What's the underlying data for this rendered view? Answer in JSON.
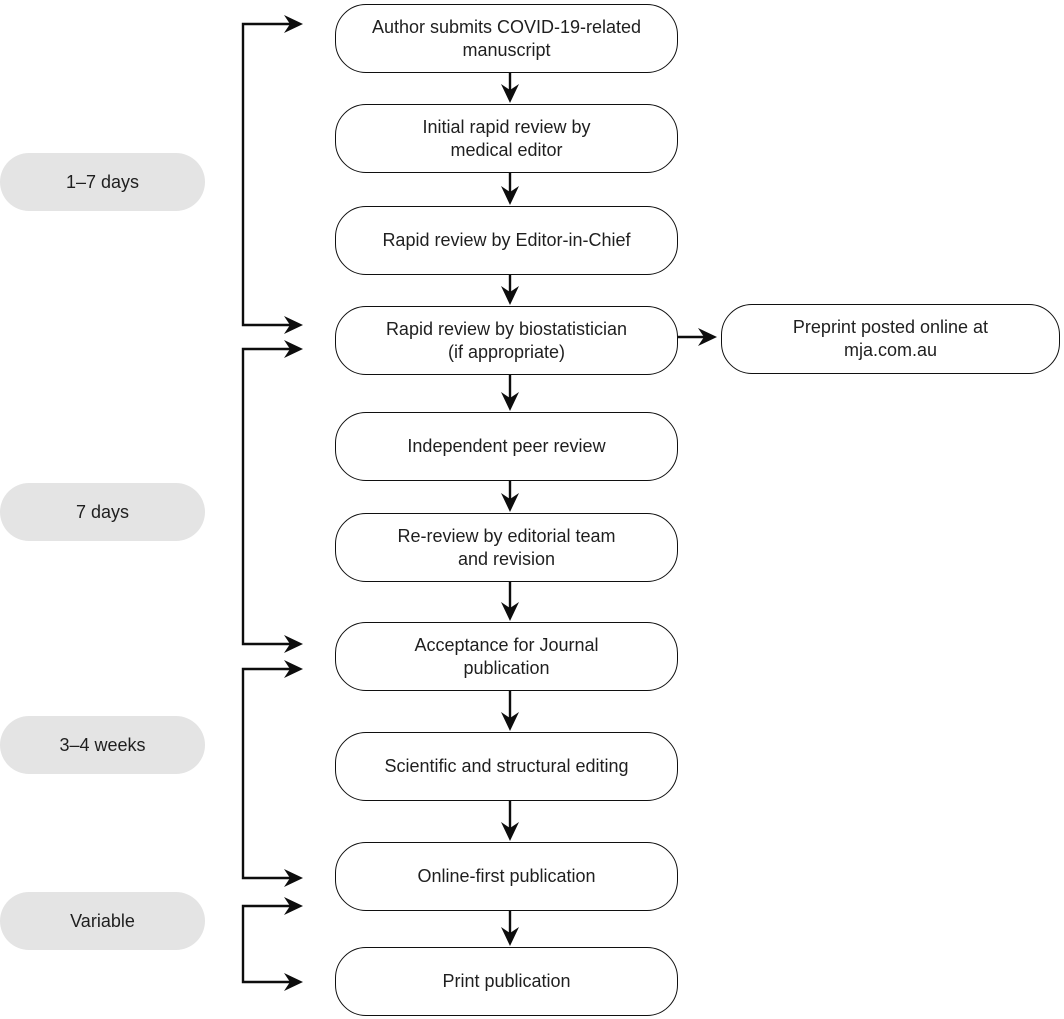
{
  "flowchart": {
    "steps": [
      {
        "label": "Author submits COVID-19-related\nmanuscript"
      },
      {
        "label": "Initial rapid review by\nmedical editor"
      },
      {
        "label": "Rapid review by Editor-in-Chief"
      },
      {
        "label": "Rapid review by biostatistician\n(if appropriate)"
      },
      {
        "label": "Independent peer review"
      },
      {
        "label": "Re-review by editorial team\nand revision"
      },
      {
        "label": "Acceptance for Journal\npublication"
      },
      {
        "label": "Scientific and structural editing"
      },
      {
        "label": "Online-first publication"
      },
      {
        "label": "Print publication"
      }
    ],
    "branch": {
      "label": "Preprint posted online at\nmja.com.au"
    },
    "timeline": [
      {
        "label": "1–7 days"
      },
      {
        "label": "7 days"
      },
      {
        "label": "3–4 weeks"
      },
      {
        "label": "Variable"
      }
    ],
    "colors": {
      "background": "#ffffff",
      "box_fill": "#ffffff",
      "box_border": "#101010",
      "pill_fill": "#e4e4e4",
      "text": "#1f1f1f",
      "arrow": "#0d0d0d"
    }
  }
}
